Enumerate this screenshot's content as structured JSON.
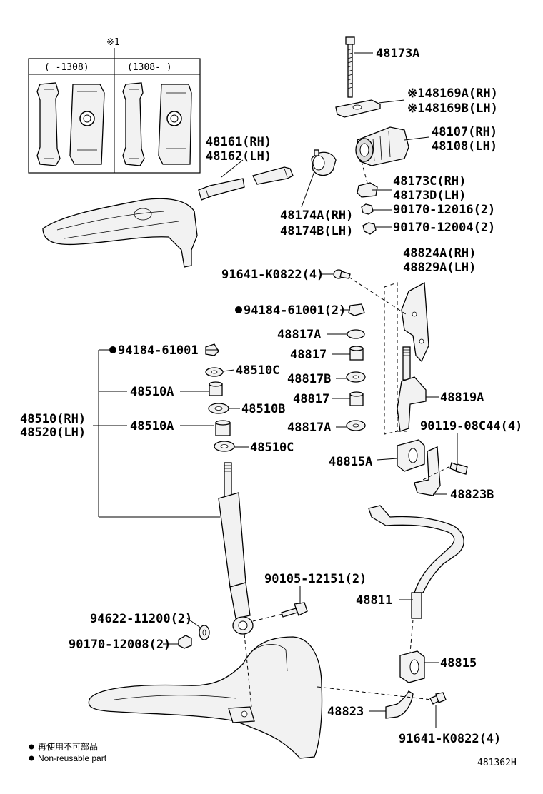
{
  "inset": {
    "mark": "※1",
    "col_left": "(    -1308)",
    "col_right": "(1308-    )"
  },
  "labels": {
    "p48173A": "48173A",
    "p48169A": "※148169A(RH)",
    "p48169B": "※148169B(LH)",
    "p48107": "48107(RH)",
    "p48108": "48108(LH)",
    "p48161": "48161(RH)",
    "p48162": "48162(LH)",
    "p48173C": "48173C(RH)",
    "p48173D": "48173D(LH)",
    "p90170_12016": "90170-12016(2)",
    "p48174A": "48174A(RH)",
    "p48174B": "48174B(LH)",
    "p90170_12004": "90170-12004(2)",
    "p48824A": "48824A(RH)",
    "p48829A": "48829A(LH)",
    "p91641_K0822_top": "91641-K0822(4)",
    "p94184_61001_a": "94184-61001(2)",
    "p94184_61001_b": "94184-61001",
    "p48817A_1": "48817A",
    "p48817_1": "48817",
    "p48510C_1": "48510C",
    "p48817B": "48817B",
    "p48510A_1": "48510A",
    "p48819A": "48819A",
    "p48817_2": "48817",
    "p48510B": "48510B",
    "p48510RH": "48510(RH)",
    "p48520LH": "48520(LH)",
    "p48510A_2": "48510A",
    "p48817A_2": "48817A",
    "p90119": "90119-08C44(4)",
    "p48510C_2": "48510C",
    "p48815A": "48815A",
    "p48823B": "48823B",
    "p90105": "90105-12151(2)",
    "p48811": "48811",
    "p94622": "94622-11200(2)",
    "p90170_12008": "90170-12008(2)",
    "p48815": "48815",
    "p48823": "48823",
    "p91641_K0822_bot": "91641-K0822(4)"
  },
  "footer": {
    "note_jp": "再使用不可部品",
    "note_en": "Non-reusable part",
    "diagram_id": "481362H"
  }
}
